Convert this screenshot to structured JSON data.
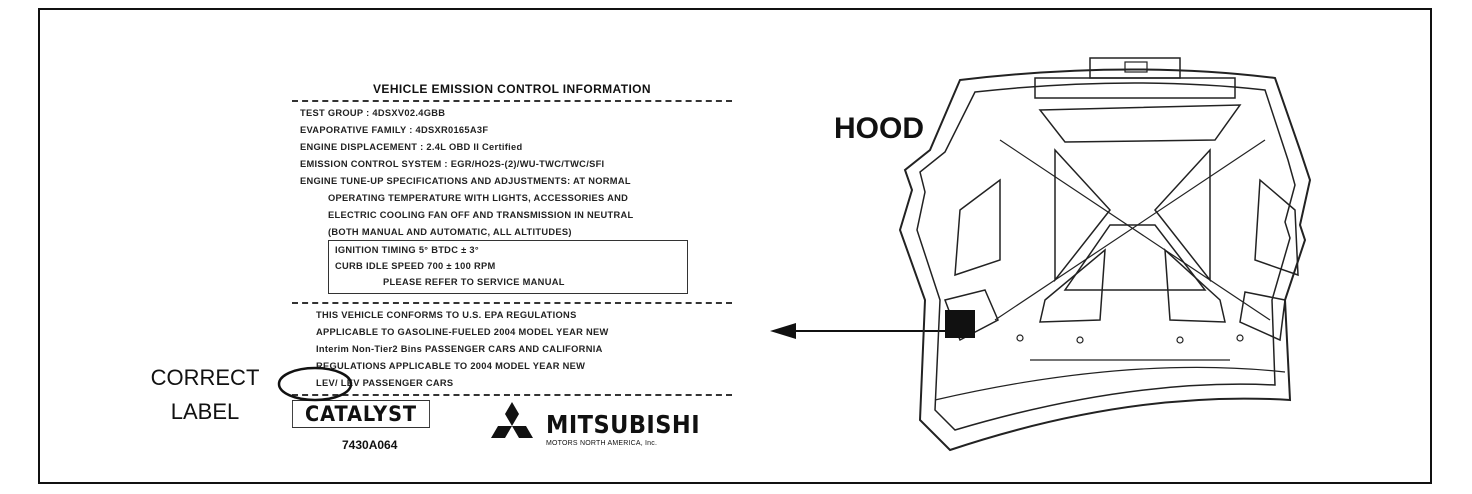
{
  "label": {
    "title": "VEHICLE EMISSION CONTROL INFORMATION",
    "lines": [
      "TEST GROUP  :  4DSXV02.4GBB",
      "EVAPORATIVE FAMILY  :  4DSXR0165A3F",
      "ENGINE DISPLACEMENT  :  2.4L  OBD II Certified",
      "EMISSION CONTROL SYSTEM  :  EGR/HO2S-(2)/WU-TWC/TWC/SFI",
      "ENGINE TUNE-UP SPECIFICATIONS AND ADJUSTMENTS: AT NORMAL",
      "OPERATING TEMPERATURE WITH LIGHTS, ACCESSORIES AND",
      "ELECTRIC COOLING FAN OFF AND TRANSMISSION IN NEUTRAL",
      "(BOTH MANUAL AND AUTOMATIC, ALL ALTITUDES)"
    ],
    "box_lines": [
      "IGNITION TIMING  5° BTDC ± 3°",
      "CURB IDLE SPEED  700 ± 100 RPM",
      "PLEASE REFER TO SERVICE MANUAL"
    ],
    "conform_lines": [
      "THIS VEHICLE CONFORMS TO U.S. EPA REGULATIONS",
      "APPLICABLE TO GASOLINE-FUELED 2004 MODEL YEAR NEW",
      "Interim Non-Tier2 Bins PASSENGER CARS AND CALIFORNIA",
      "REGULATIONS APPLICABLE TO 2004 MODEL YEAR NEW",
      "LEV/ LEV PASSENGER CARS"
    ],
    "catalyst": "CATALYST",
    "part_number": "7430A064",
    "brand": "MITSUBISHI",
    "brand_sub": "MOTORS NORTH AMERICA, Inc."
  },
  "callouts": {
    "correct_label_line1": "CORRECT",
    "correct_label_line2": "LABEL",
    "hood": "HOOD"
  }
}
